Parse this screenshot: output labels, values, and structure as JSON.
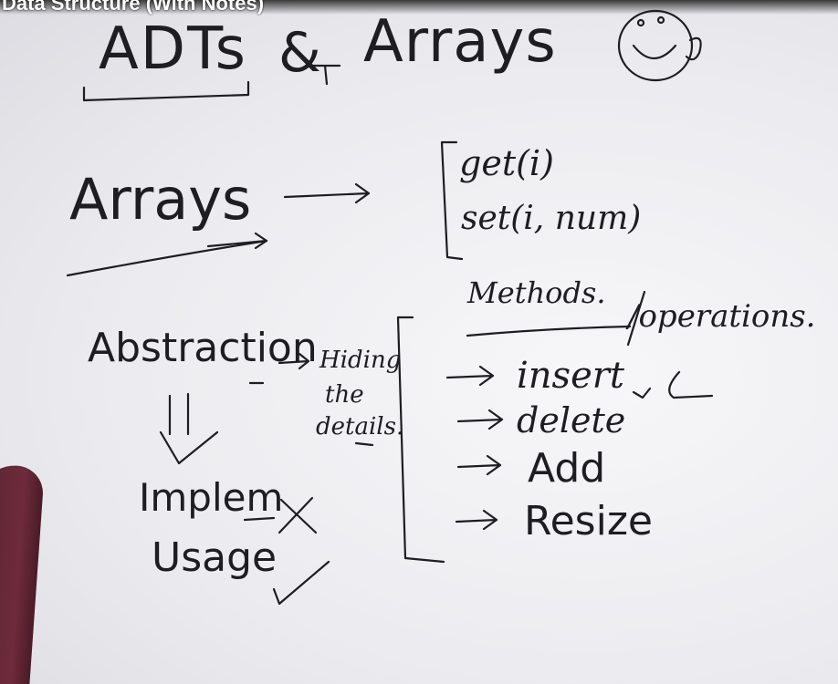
{
  "video": {
    "title": "Data Structure (With Notes)"
  },
  "board": {
    "heading_left": "ADTs",
    "heading_amp": "&",
    "heading_right": "Arrays",
    "arrays_label": "Arrays",
    "methods": [
      "get(i)",
      "set(i, num)"
    ],
    "methods_title": "Methods.",
    "operations_title": "/operations.",
    "abstraction": "Abstraction",
    "hiding": [
      "Hiding",
      "the",
      "details."
    ],
    "implem": "Implem",
    "usage": "Usage",
    "operations": [
      "insert",
      "delete",
      "Add",
      "Resize"
    ]
  },
  "icons": {
    "smiley": "smiley-face-icon",
    "arrow": "arrow-right-icon",
    "cross": "cross-mark-icon",
    "check": "check-mark-icon",
    "double_down": "double-down-arrow-icon"
  }
}
